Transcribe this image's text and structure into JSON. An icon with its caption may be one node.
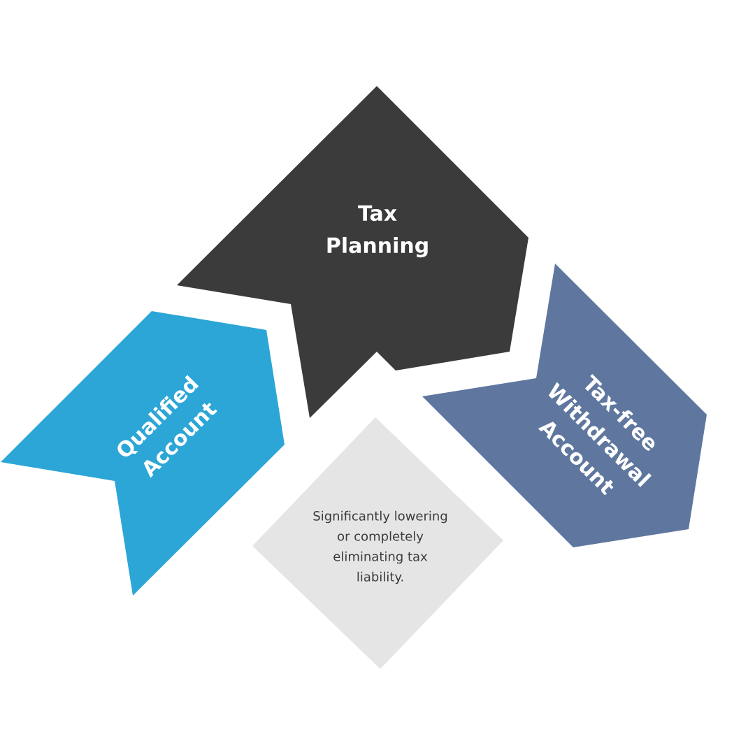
{
  "diagram": {
    "nodes": [
      {
        "text": [
          "Tax Planning"
        ]
      },
      {
        "text": [
          "Qualified Account"
        ]
      },
      {
        "text": [
          "Tax-free Withdrawal Account"
        ]
      },
      {
        "text": [
          "Significantly lowering or completely eliminating tax liability."
        ]
      }
    ]
  }
}
